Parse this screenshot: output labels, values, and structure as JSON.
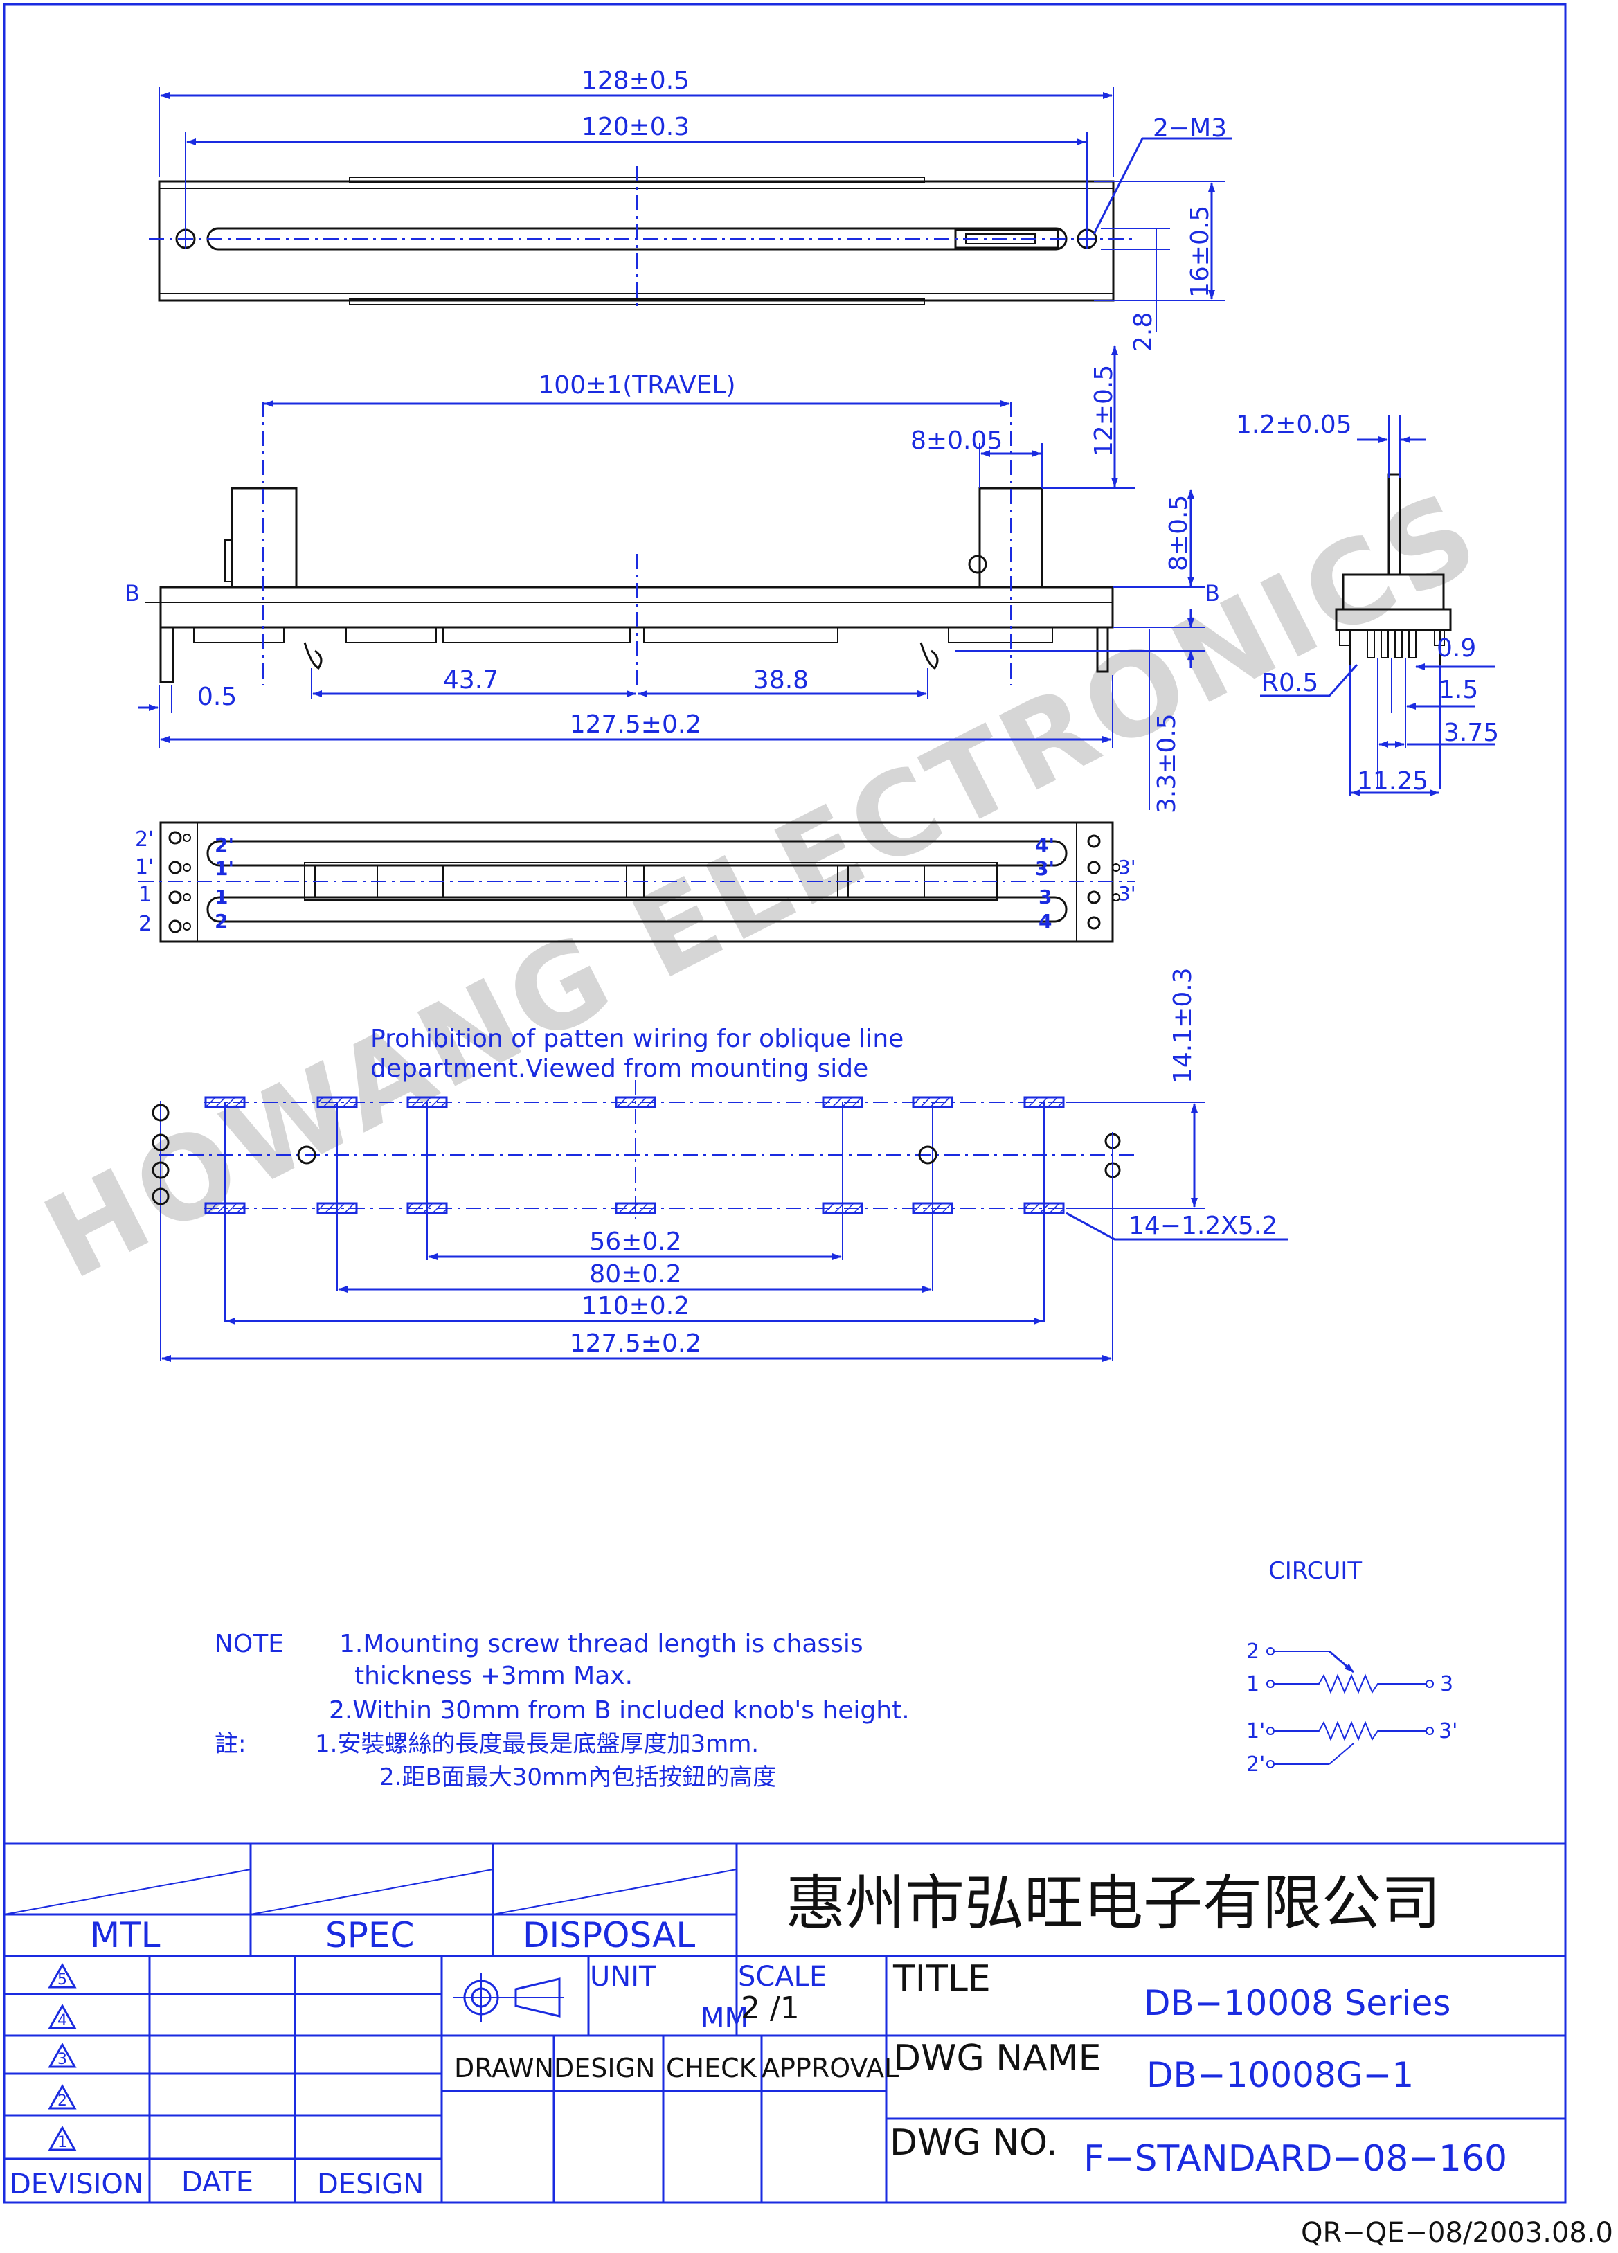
{
  "dimensions": {
    "d128": "128±0.5",
    "d120": "120±0.3",
    "m3": "2−M3",
    "d16": "16±0.5",
    "d28": "2.8",
    "travel": "100±1(TRAVEL)",
    "d8w": "8±0.05",
    "d12": "12±0.5",
    "d8h": "8±0.5",
    "d05": "0.5",
    "d437": "43.7",
    "d388": "38.8",
    "d1275a": "127.5±0.2",
    "d33": "3.3±0.5",
    "b_left": "B",
    "b_right": "B",
    "d12s": "1.2±0.05",
    "d09": "0.9",
    "r05": "R0.5",
    "d15": "1.5",
    "d375": "3.75",
    "d1125": "11.25",
    "d141": "14.1±0.3",
    "d1412": "14−1.2X5.2",
    "d56": "56±0.2",
    "d80": "80±0.2",
    "d110": "110±0.2",
    "d1275b": "127.5±0.2"
  },
  "pins": {
    "left_outer": [
      "2'",
      "1'",
      "1",
      "2"
    ],
    "left_inner": [
      "2'",
      "1'",
      "1",
      "2"
    ],
    "right_inner": [
      "4'",
      "3'",
      "3",
      "4"
    ],
    "right_outer": [
      "3'",
      "3'"
    ]
  },
  "watermark": "HOWANG ELECTRONICS",
  "prohibition": {
    "line1": "Prohibition  of  patten  wiring  for  oblique  line",
    "line2": "department.Viewed  from  mounting  side"
  },
  "circuit": {
    "title": "CIRCUIT",
    "pins": [
      "2",
      "1",
      "3",
      "1'",
      "3'",
      "2'"
    ]
  },
  "notes": {
    "label": "NOTE",
    "n1a": "1.Mounting  screw  thread  length  is  chassis",
    "n1b": "thickness  +3mm  Max.",
    "n2": "2.Within  30mm  from  B  included  knob's  height.",
    "zh_label": "註:",
    "zh1": "1.安裝螺絲的長度最長是底盤厚度加3mm.",
    "zh2": "2.距B面最大30mm內包括按鈕的高度"
  },
  "title_block": {
    "mtl": "MTL",
    "spec": "SPEC",
    "disposal": "DISPOSAL",
    "company": "惠州市弘旺电子有限公司",
    "revisions": [
      "5",
      "4",
      "3",
      "2",
      "1"
    ],
    "division": "DEVISION",
    "date": "DATE",
    "design": "DESIGN",
    "unit": "UNIT",
    "unit_value": "MM",
    "scale": "SCALE",
    "scale_value": "2  /1",
    "drawn": "DRAWN",
    "design2": "DESIGN",
    "check": "CHECK",
    "approval": "APPROVAL",
    "title_label": "TITLE",
    "title_value": "DB−10008  Series",
    "dwg_name_label": "DWG  NAME",
    "dwg_name_value": "DB−10008G−1",
    "dwg_no_label": "DWG  NO.",
    "dwg_no_value": "F−STANDARD−08−160"
  },
  "footer": "QR−QE−08/2003.08.0"
}
